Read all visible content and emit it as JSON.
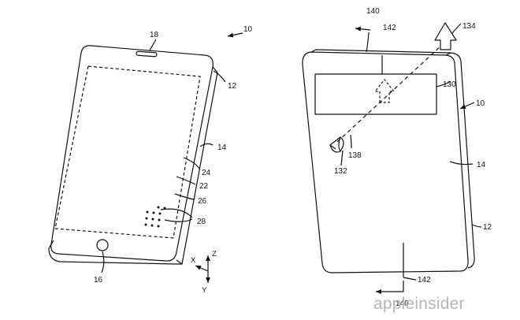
{
  "figure_left": {
    "refs": {
      "r10": "10",
      "r12": "12",
      "r14": "14",
      "r16": "16",
      "r18": "18",
      "r22": "22",
      "r24": "24",
      "r26": "26",
      "r28": "28"
    },
    "axes": {
      "x": "X",
      "y": "Y",
      "z": "Z"
    }
  },
  "figure_right": {
    "refs": {
      "r10": "10",
      "r12": "12",
      "r14": "14",
      "r130": "130",
      "r132": "132",
      "r134": "134",
      "r138": "138",
      "r140_top": "140",
      "r140_bottom": "140",
      "r142_top": "142",
      "r142_bottom": "142"
    }
  },
  "watermark": "appleinsider",
  "colors": {
    "line": "#111111",
    "watermark": "#b6b6b6"
  }
}
